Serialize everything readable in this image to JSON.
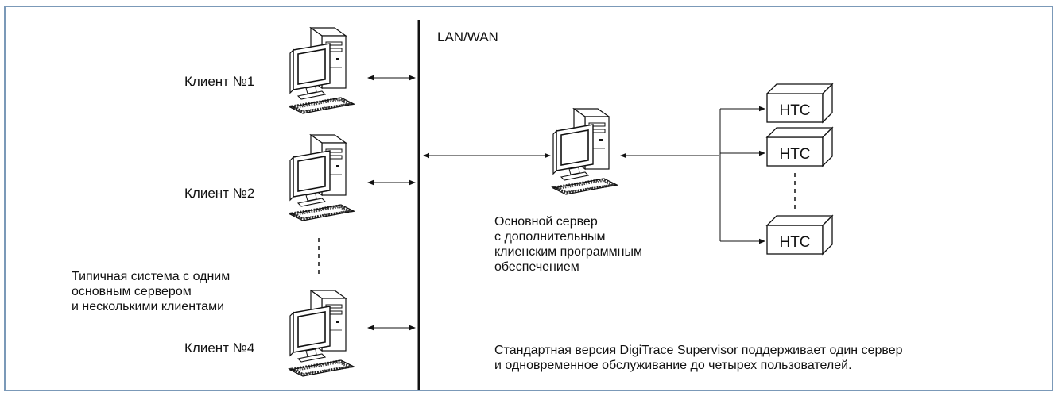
{
  "network_label": "LAN/WAN",
  "clients": [
    {
      "label": "Клиент №1"
    },
    {
      "label": "Клиент №2"
    },
    {
      "label": "Клиент №4"
    }
  ],
  "server_caption": [
    "Основной сервер",
    "с дополнительным",
    "клиенским программным",
    "обеспечением"
  ],
  "typical_caption": [
    "Типичная система с одним",
    "основным сервером",
    "и несколькими клиентами"
  ],
  "htc_units": [
    {
      "label": "HTC"
    },
    {
      "label": "HTC"
    },
    {
      "label": "HTC"
    }
  ],
  "footnote": [
    "Стандартная версия DigiTrace Supervisor поддерживает один сервер",
    "и одновременное обслуживание до четырех пользователей."
  ],
  "colors": {
    "frame_border": "#7b99b8",
    "lines": "#111111",
    "background": "#ffffff"
  }
}
